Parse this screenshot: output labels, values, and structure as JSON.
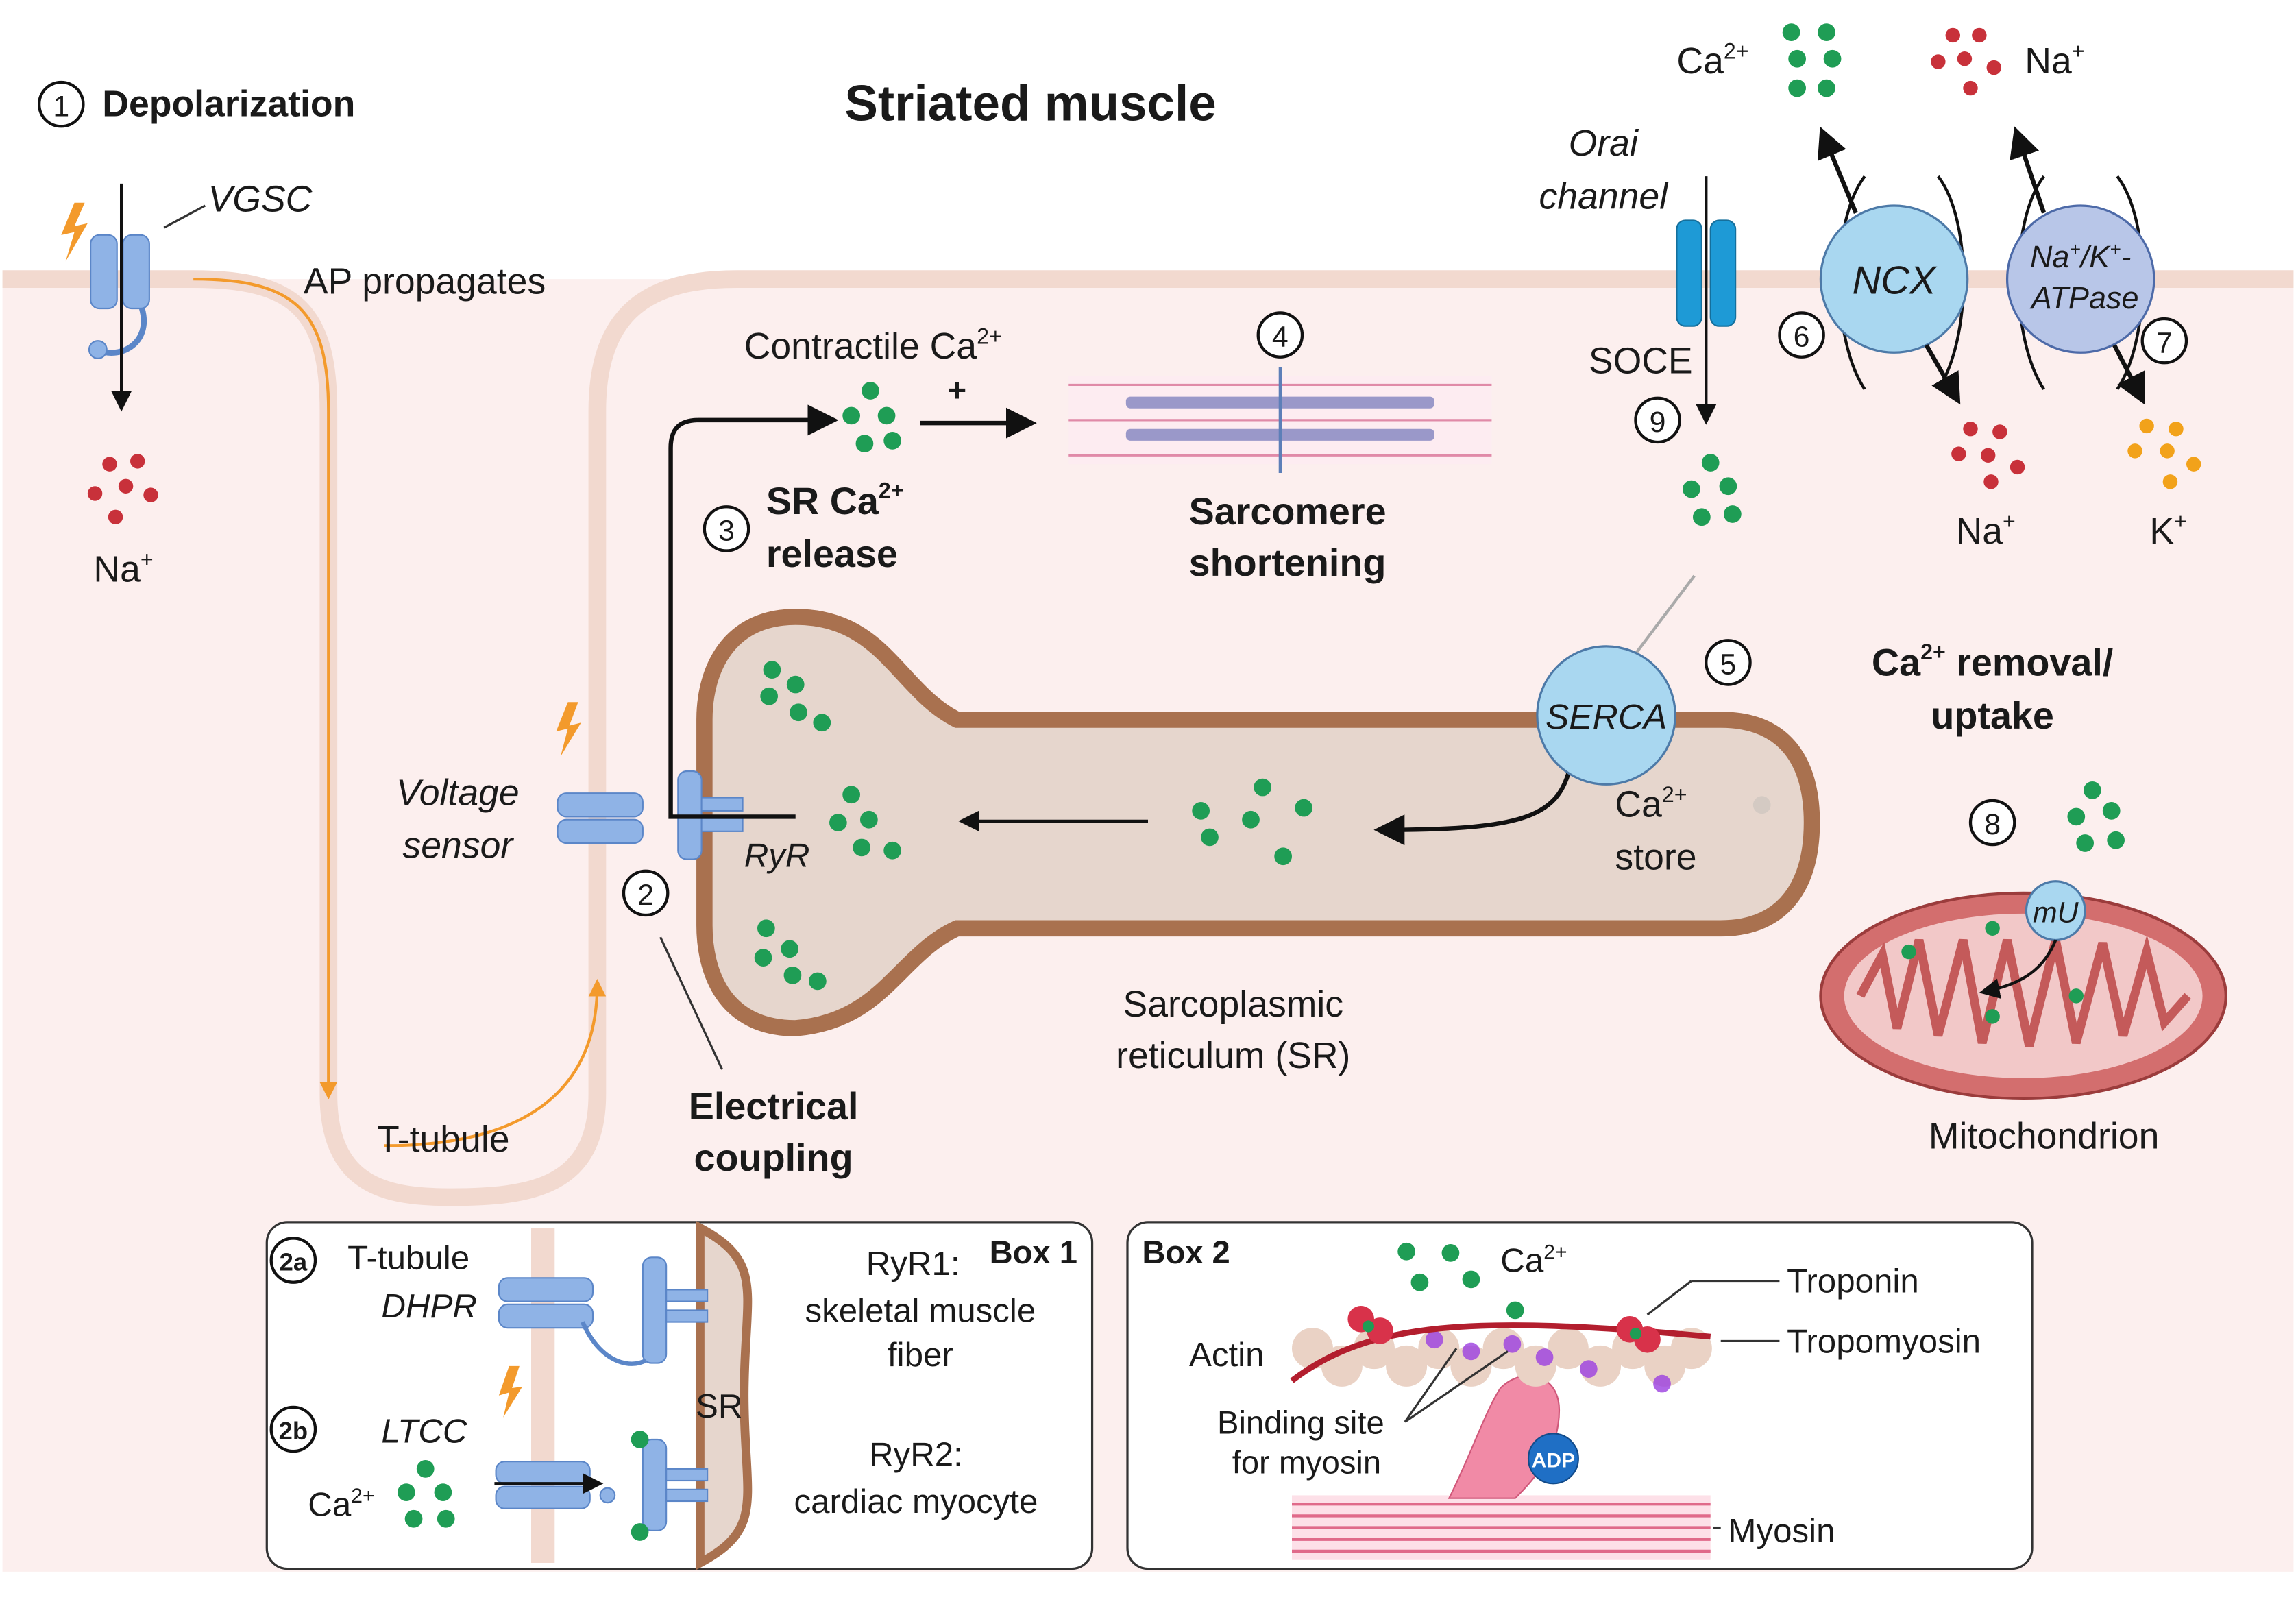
{
  "title": "Striated muscle",
  "steps": {
    "s1": {
      "num": "1",
      "label": "Depolarization"
    },
    "s2": {
      "num": "2",
      "label1": "Electrical",
      "label2": "coupling"
    },
    "s3": {
      "num": "3",
      "label1": "SR Ca",
      "sup": "2+",
      "label2": "release"
    },
    "s4": {
      "num": "4",
      "label1": "Sarcomere",
      "label2": "shortening"
    },
    "s5": {
      "num": "5"
    },
    "s6": {
      "num": "6"
    },
    "s7": {
      "num": "7"
    },
    "s8": {
      "num": "8"
    },
    "s9": {
      "num": "9"
    }
  },
  "labels": {
    "vgsc": "VGSC",
    "ap_propagates": "AP propagates",
    "na": "Na",
    "k": "K",
    "ca": "Ca",
    "plus_sup": "+",
    "ca_sup": "2+",
    "voltage_sensor1": "Voltage",
    "voltage_sensor2": "sensor",
    "ryr": "RyR",
    "t_tubule": "T-tubule",
    "contractile_ca": "Contractile Ca",
    "plus_sign": "+",
    "sr1": "Sarcoplasmic",
    "sr2": "reticulum (SR)",
    "serca": "SERCA",
    "ca_store": "store",
    "orai1": "Orai",
    "orai2": "channel",
    "soce": "SOCE",
    "ncx": "NCX",
    "nak1": "Na",
    "nak_sup1": "+",
    "nak_mid": "/K",
    "nak_sup2": "+",
    "nak_end": "-",
    "nak2": "ATPase",
    "removal1": "Ca",
    "removal_sup": "2+",
    "removal2": " removal/",
    "removal3": "uptake",
    "mu": "mU",
    "mitochondrion": "Mitochondrion"
  },
  "box1": {
    "title": "Box 1",
    "step2a": "2a",
    "step2b": "2b",
    "t_tubule": "T-tubule",
    "dhpr": "DHPR",
    "ltcc": "LTCC",
    "ca": "Ca",
    "ca_sup": "2+",
    "sr": "SR",
    "ryr1": "RyR1:",
    "ryr1_desc1": "skeletal muscle",
    "ryr1_desc2": "fiber",
    "ryr2": "RyR2:",
    "ryr2_desc": "cardiac myocyte"
  },
  "box2": {
    "title": "Box 2",
    "ca": "Ca",
    "ca_sup": "2+",
    "troponin": "Troponin",
    "tropomyosin": "Tropomyosin",
    "actin": "Actin",
    "binding1": "Binding site",
    "binding2": "for myosin",
    "adp": "ADP",
    "myosin": "Myosin"
  },
  "colors": {
    "cell": "#fcefee",
    "membrane": "#f2d9cf",
    "sr_fill": "#e6d6cd",
    "sr_edge": "#a9714f",
    "channel": "#8fb3e6",
    "transporter": "#a9d7f0",
    "calcium": "#1f9d55",
    "sodium": "#c8313a",
    "potassium": "#f2a21a",
    "arrow_orange": "#f39a2c"
  }
}
